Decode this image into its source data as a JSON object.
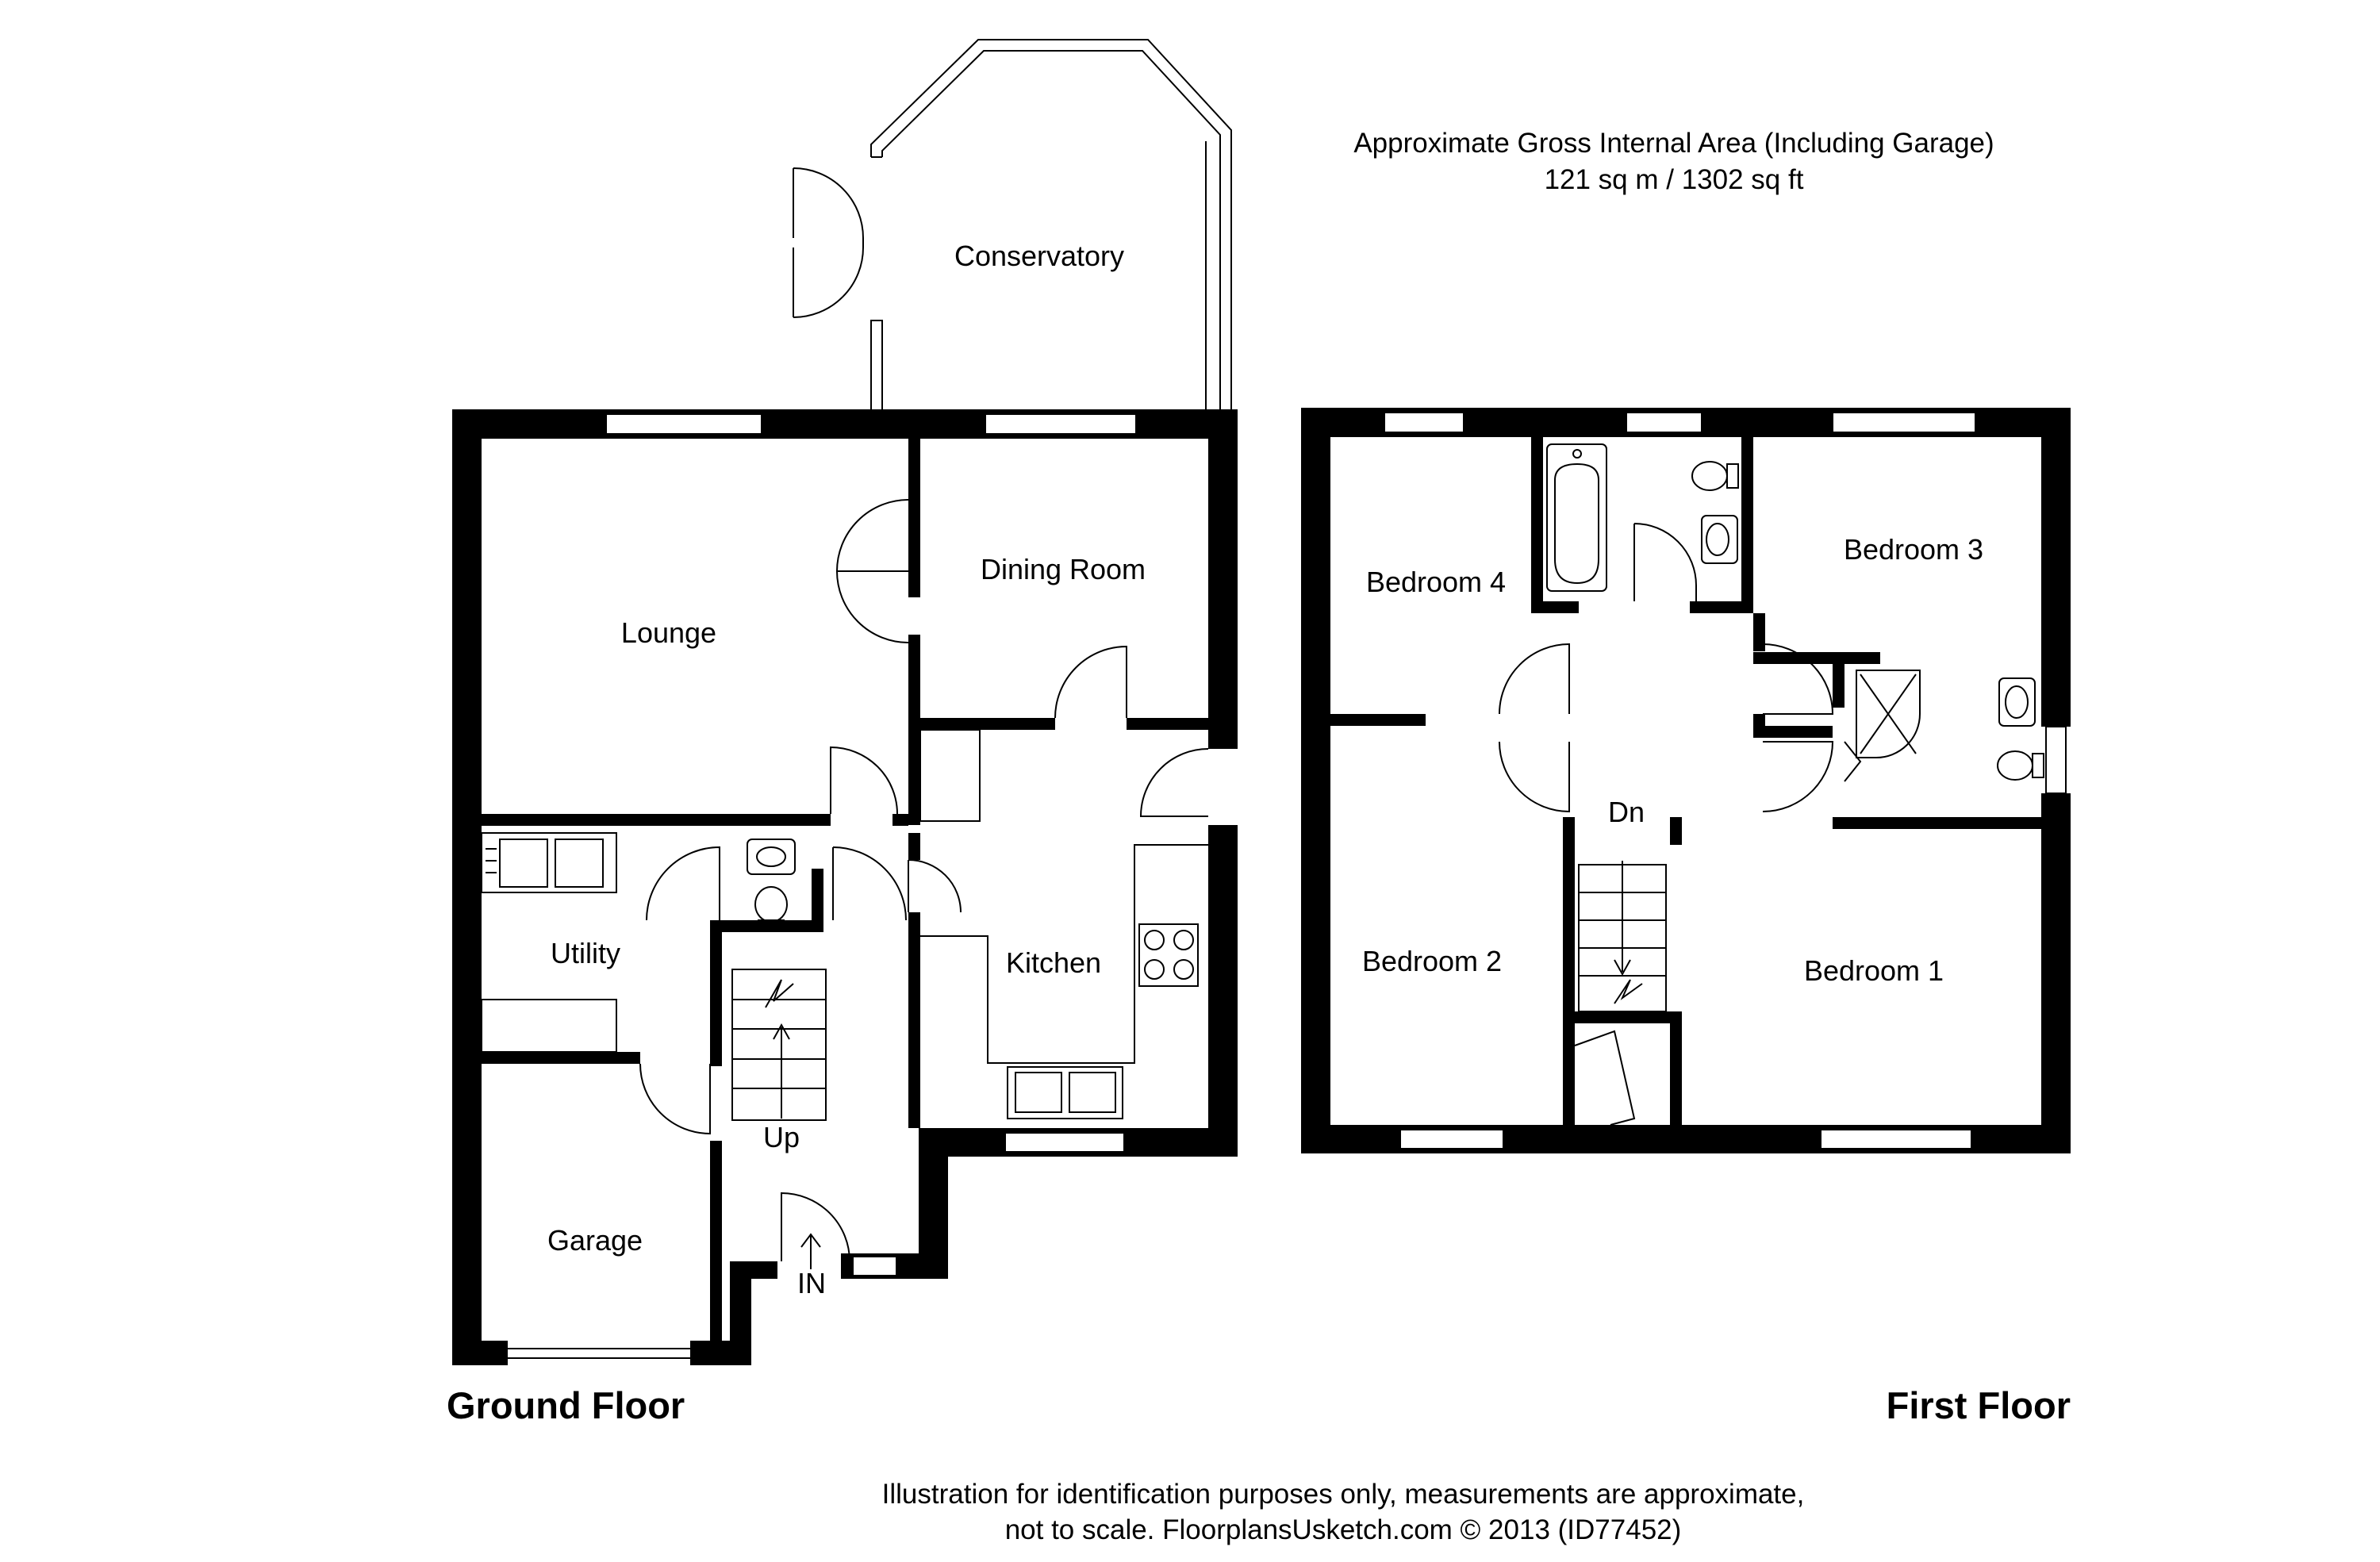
{
  "header": {
    "area_title": "Approximate Gross Internal Area (Including Garage)",
    "area_value": "121 sq m / 1302 sq ft"
  },
  "ground_floor": {
    "title": "Ground Floor",
    "rooms": {
      "conservatory": "Conservatory",
      "lounge": "Lounge",
      "dining_room": "Dining Room",
      "kitchen": "Kitchen",
      "utility": "Utility",
      "garage": "Garage"
    },
    "stair_label": "Up",
    "entrance_label": "IN"
  },
  "first_floor": {
    "title": "First Floor",
    "rooms": {
      "bedroom_1": "Bedroom 1",
      "bedroom_2": "Bedroom 2",
      "bedroom_3": "Bedroom 3",
      "bedroom_4": "Bedroom 4"
    },
    "stair_label": "Dn"
  },
  "footer": {
    "line1": "Illustration for identification purposes only, measurements are approximate,",
    "line2": "not to scale. FloorplansUsketch.com © 2013 (ID77452)"
  }
}
